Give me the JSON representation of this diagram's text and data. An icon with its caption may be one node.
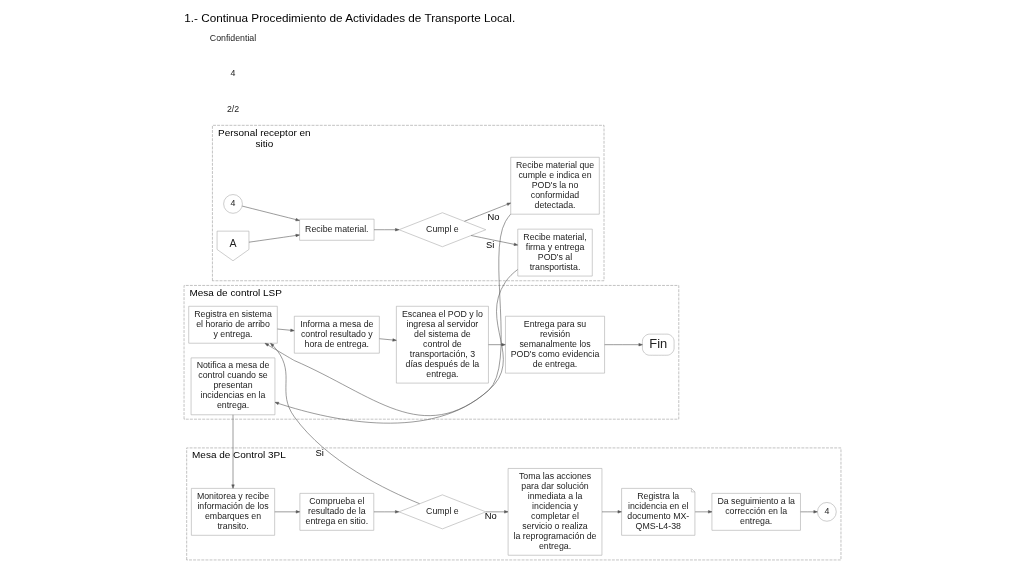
{
  "diagram": {
    "title": "1.- Continua Procedimiento de Actividades de Transporte Local.",
    "nodes": [
      {
        "text": [
          "Personal receptor en sitio"
        ]
      },
      {
        "text": [
          "4"
        ],
        "in": 0
      },
      {
        "text": [
          "A"
        ],
        "in": 0
      },
      {
        "text": [
          "Recibe material."
        ],
        "in": 0
      },
      {
        "text": [
          "Cumpl e"
        ],
        "in": 0
      },
      {
        "text": [
          "Recibe material, firma y entrega POD's al transportista."
        ],
        "in": 0
      },
      {
        "text": [
          "Recibe material que cumple e indica en POD's la no conformidad detectada."
        ],
        "in": 0
      },
      {
        "text": [
          "Mesa de Control 3PL"
        ]
      },
      {
        "text": [
          "Monitorea y recibe información de los embarques en transito."
        ],
        "in": 7
      },
      {
        "text": [
          "Comprueba el resultado de la entrega en sitio."
        ],
        "in": 7
      },
      {
        "text": [
          "Cumpl e"
        ],
        "in": 7
      },
      {
        "text": [
          "Toma las acciones para dar solución inmediata a la incidencia y completar el servicio o realiza la reprogramación de entrega."
        ],
        "in": 7
      },
      {
        "text": [
          "Registra la incidencia en el documento MX-QMS-L4-38"
        ],
        "in": 7
      },
      {
        "text": [
          "Da seguimiento a la corrección en la entrega."
        ],
        "in": 7
      },
      {
        "text": [
          "4"
        ],
        "in": 7
      },
      {
        "text": [
          "Mesa de control LSP"
        ]
      },
      {
        "text": [
          "Registra en sistema el horario de arribo y entrega."
        ],
        "in": 15
      },
      {
        "text": [
          "Informa a mesa de control resultado y hora de entrega."
        ],
        "in": 15
      },
      {
        "text": [
          "Escanea el POD y lo ingresa al servidor del sistema de control de transportación, 3 días después de la entrega."
        ],
        "in": 15
      },
      {
        "text": [
          "Entrega para su revisión semanalmente los POD's como evidencia de entrega."
        ],
        "in": 15
      },
      {
        "text": [
          "Fin"
        ],
        "in": 15
      },
      {
        "text": [
          "Notifica a mesa de control cuando se presentan incidencias en la entrega."
        ],
        "in": 15
      }
    ],
    "edges": [
      {
        "from": 1,
        "to": 3,
        "arrow": "to"
      },
      {
        "from": 2,
        "to": 3,
        "arrow": "to"
      },
      {
        "from": 3,
        "to": 4,
        "arrow": "to"
      },
      {
        "from": 4,
        "to": 5,
        "arrow": "to",
        "label": "Si"
      },
      {
        "from": 4,
        "to": 6,
        "arrow": "to",
        "label": "No"
      },
      {
        "from": 5,
        "to": 16,
        "arrow": "to"
      },
      {
        "from": 6,
        "to": 21,
        "arrow": "to"
      },
      {
        "from": 21,
        "to": 8,
        "arrow": "to"
      },
      {
        "from": 8,
        "to": 9,
        "arrow": "to"
      },
      {
        "from": 9,
        "to": 10,
        "arrow": "to"
      },
      {
        "from": 10,
        "to": 11,
        "arrow": "to",
        "label": "No"
      },
      {
        "from": 10,
        "to": 16,
        "arrow": "to",
        "label": "Si"
      },
      {
        "from": 11,
        "to": 12,
        "arrow": "to"
      },
      {
        "from": 12,
        "to": 13,
        "arrow": "to"
      },
      {
        "from": 13,
        "to": 14,
        "arrow": "to"
      },
      {
        "from": 16,
        "to": 17,
        "arrow": "to"
      },
      {
        "from": 17,
        "to": 18,
        "arrow": "to"
      },
      {
        "from": 18,
        "to": 19,
        "arrow": "to"
      },
      {
        "from": 19,
        "to": 20,
        "arrow": "to"
      }
    ],
    "labels": [
      "2/2",
      "4",
      "Confidential"
    ]
  }
}
